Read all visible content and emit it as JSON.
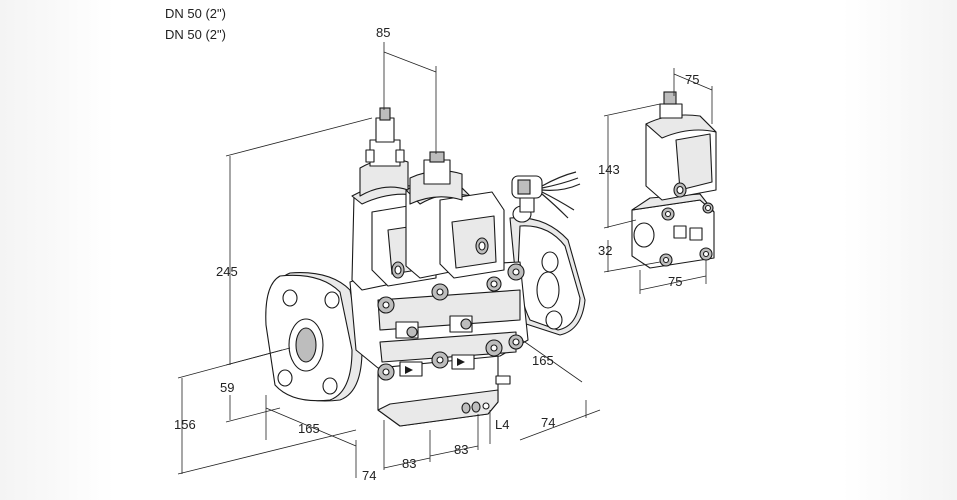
{
  "title": {
    "line1": "DN 50 (2\")",
    "line2": "DN 50 (2\")"
  },
  "dimensions": {
    "d85": "85",
    "d245": "245",
    "d59": "59",
    "d156": "156",
    "d165_left": "165",
    "d165_right": "165",
    "d74_bottom": "74",
    "d83_a": "83",
    "d83_b": "83",
    "dL4": "L4",
    "d74_right": "74",
    "d75_top": "75",
    "d143": "143",
    "d32": "32",
    "d75_bottom": "75"
  }
}
